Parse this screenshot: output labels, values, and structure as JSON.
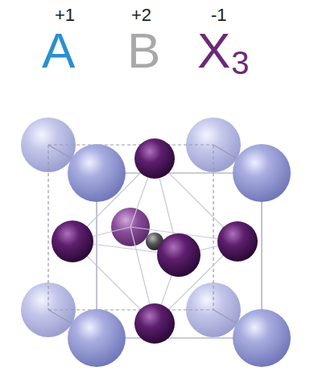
{
  "diagram": {
    "labels": [
      "+1",
      "+2",
      "-1",
      "A",
      "B",
      "X",
      "3"
    ]
  }
}
